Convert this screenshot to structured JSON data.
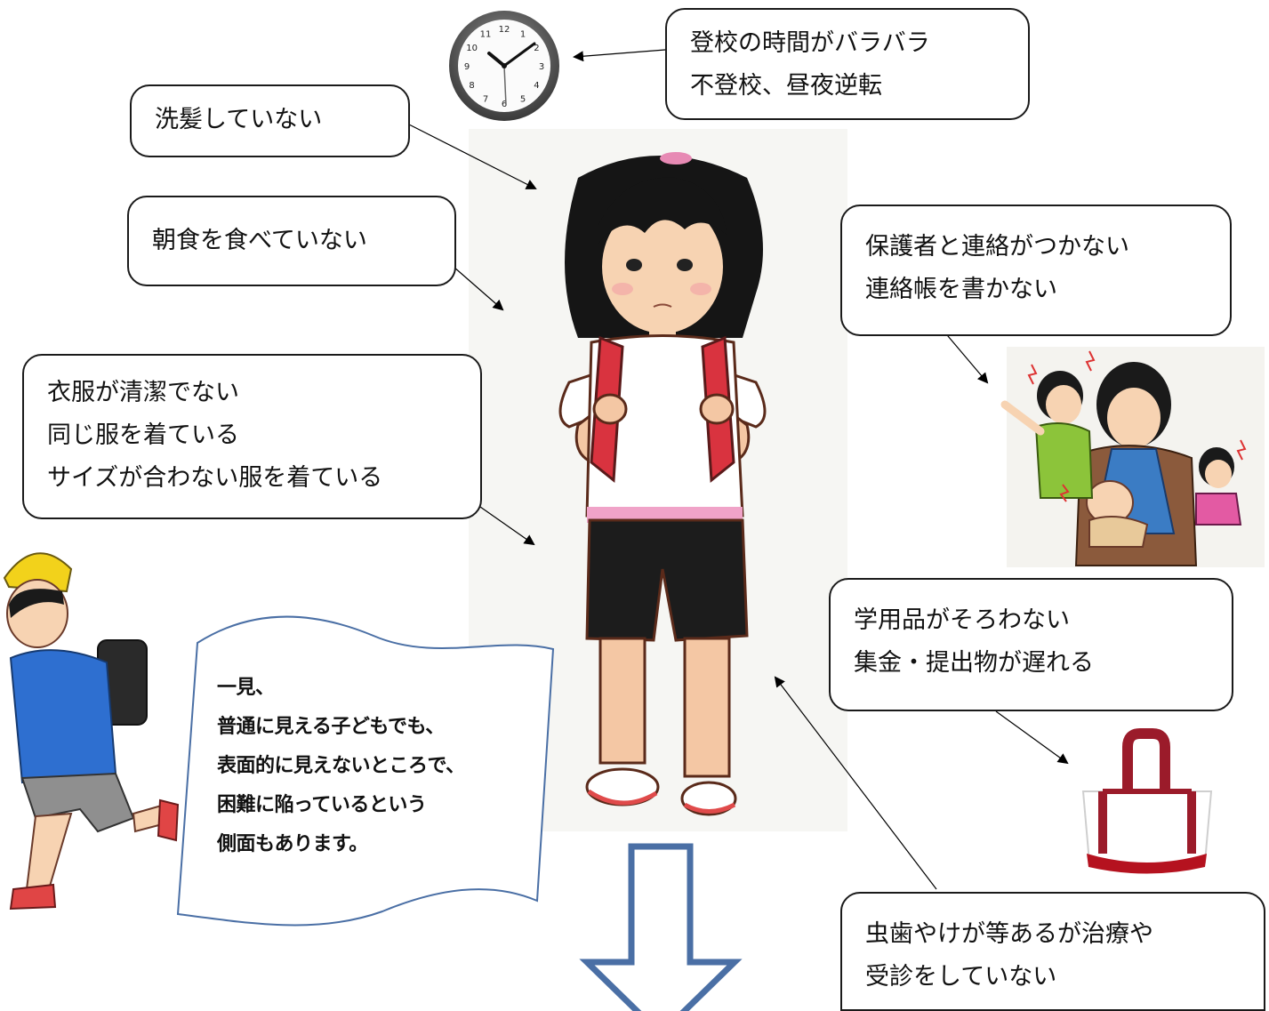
{
  "callouts": {
    "school_time": [
      "登校の時間がバラバラ",
      "不登校、昼夜逆転"
    ],
    "hair": [
      "洗髪していない"
    ],
    "breakfast": [
      "朝食を食べていない"
    ],
    "guardian": [
      "保護者と連絡がつかない",
      "連絡帳を書かない"
    ],
    "clothes": [
      "衣服が清潔でない",
      "同じ服を着ている",
      "サイズが合わない服を着ている"
    ],
    "supplies": [
      "学用品がそろわない",
      "集金・提出物が遅れる"
    ],
    "medical": [
      "虫歯やけが等あるが治療や",
      "受診をしていない"
    ]
  },
  "note": [
    "一見、",
    "普通に見える子どもでも、",
    "表面的に見えないところで、",
    "困難に陥っているという",
    "側面もあります。"
  ],
  "clock": {
    "numbers": [
      "12",
      "1",
      "2",
      "3",
      "4",
      "5",
      "6",
      "7",
      "8",
      "9",
      "10",
      "11"
    ]
  },
  "colors": {
    "arrow": "#4a6fa5",
    "bag_handle": "#9b1b2a",
    "backpack": "#d9333f",
    "shorts": "#1c1c1c",
    "hat": "#f2d21b"
  }
}
